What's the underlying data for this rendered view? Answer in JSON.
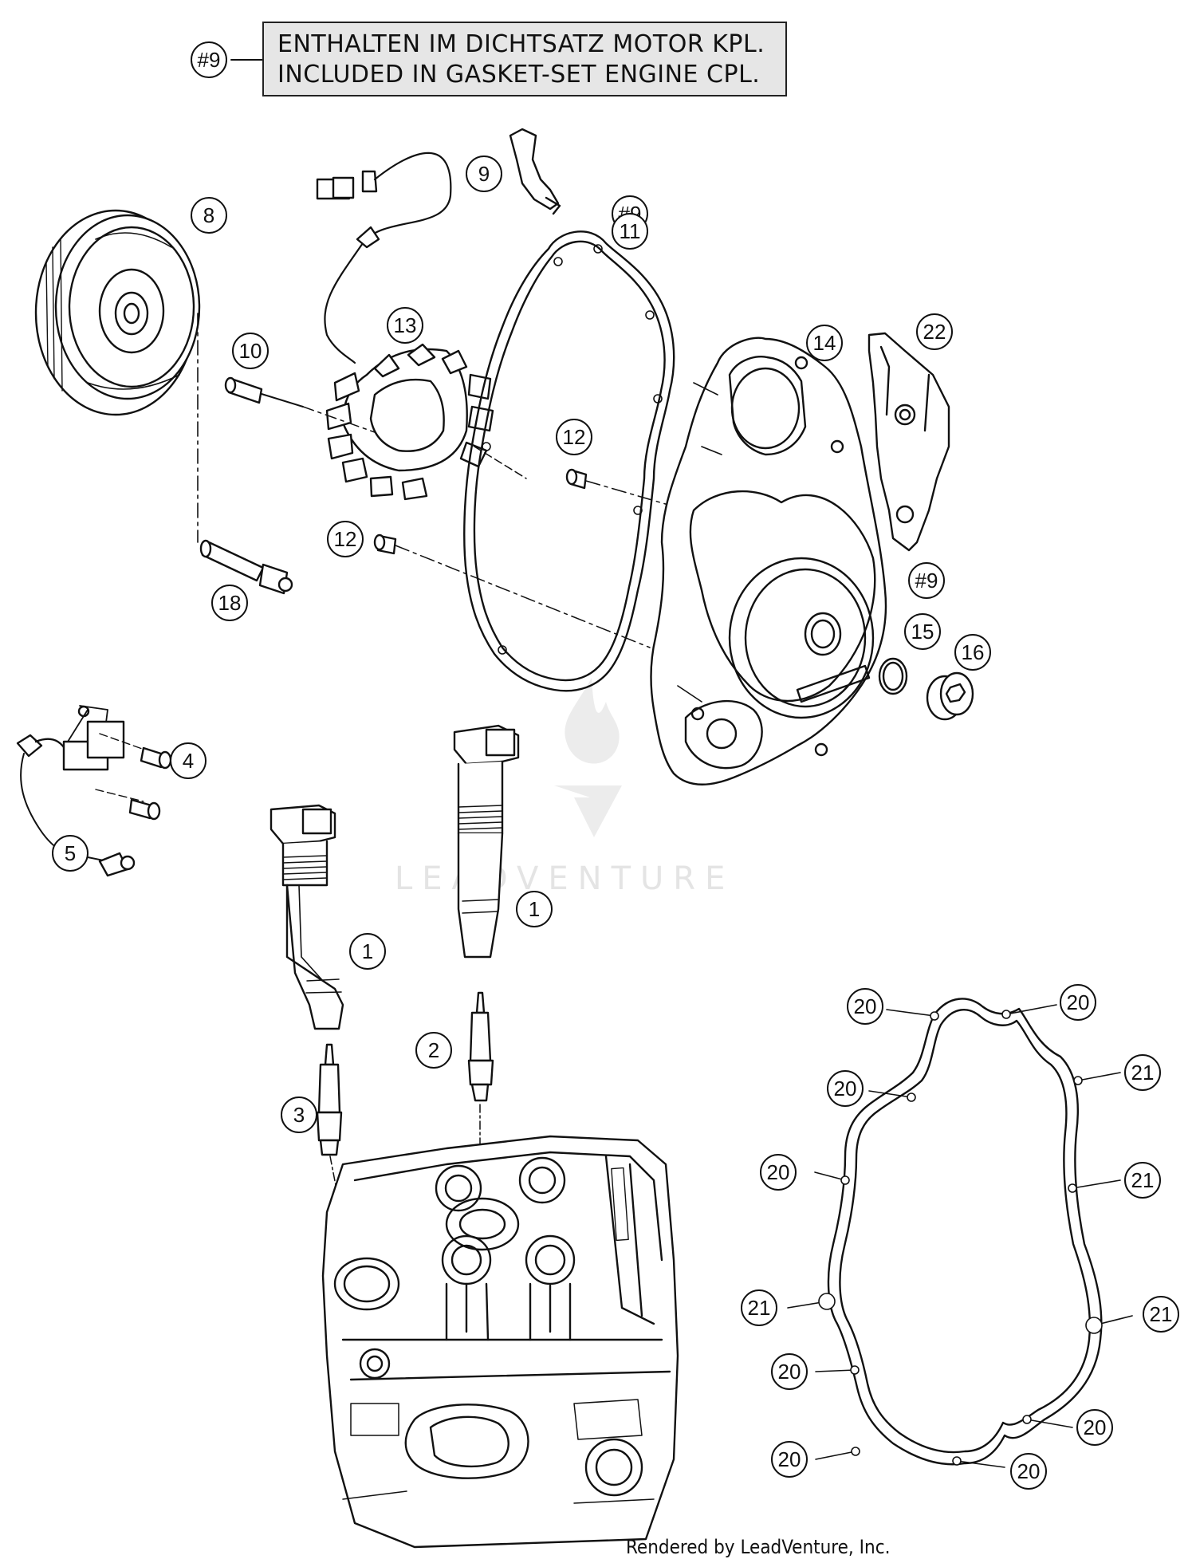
{
  "note": {
    "ref": "#9",
    "line1": "ENTHALTEN IM DICHTSATZ MOTOR KPL.",
    "line2": "INCLUDED IN GASKET-SET ENGINE CPL."
  },
  "watermark": "LEADVENTURE",
  "footer": "Rendered by LeadVenture, Inc.",
  "callouts": [
    {
      "id": "note-ref",
      "label": "#9"
    },
    {
      "id": "c8",
      "label": "8"
    },
    {
      "id": "c9",
      "label": "9"
    },
    {
      "id": "c9b",
      "label": "#9"
    },
    {
      "id": "c11",
      "label": "11"
    },
    {
      "id": "c13",
      "label": "13"
    },
    {
      "id": "c10",
      "label": "10"
    },
    {
      "id": "c14",
      "label": "14"
    },
    {
      "id": "c22",
      "label": "22"
    },
    {
      "id": "c12a",
      "label": "12"
    },
    {
      "id": "c12b",
      "label": "12"
    },
    {
      "id": "c18",
      "label": "18"
    },
    {
      "id": "c9c",
      "label": "#9"
    },
    {
      "id": "c15",
      "label": "15"
    },
    {
      "id": "c16",
      "label": "16"
    },
    {
      "id": "c4",
      "label": "4"
    },
    {
      "id": "c5",
      "label": "5"
    },
    {
      "id": "c1a",
      "label": "1"
    },
    {
      "id": "c1b",
      "label": "1"
    },
    {
      "id": "c2",
      "label": "2"
    },
    {
      "id": "c3",
      "label": "3"
    },
    {
      "id": "g20a",
      "label": "20"
    },
    {
      "id": "g20b",
      "label": "20"
    },
    {
      "id": "g20c",
      "label": "20"
    },
    {
      "id": "g21a",
      "label": "21"
    },
    {
      "id": "g20d",
      "label": "20"
    },
    {
      "id": "g21b",
      "label": "21"
    },
    {
      "id": "g21c",
      "label": "21"
    },
    {
      "id": "g21d",
      "label": "21"
    },
    {
      "id": "g20e",
      "label": "20"
    },
    {
      "id": "g20f",
      "label": "20"
    },
    {
      "id": "g20g",
      "label": "20"
    },
    {
      "id": "g20h",
      "label": "20"
    }
  ]
}
